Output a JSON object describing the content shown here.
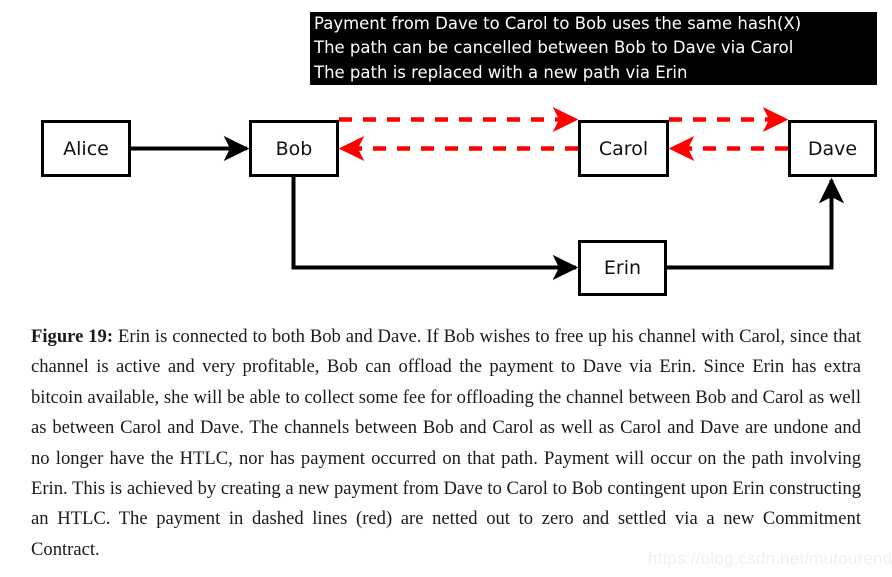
{
  "banner": {
    "background_color": "#000000",
    "text_color": "#ffffff",
    "lines": [
      "Payment from Dave to Carol to Bob uses the same hash(X)",
      "The path can be cancelled between Bob to Dave via Carol",
      "The path is replaced with a new path via Erin"
    ]
  },
  "diagram": {
    "nodes": [
      {
        "id": "alice",
        "label": "Alice"
      },
      {
        "id": "bob",
        "label": "Bob"
      },
      {
        "id": "carol",
        "label": "Carol"
      },
      {
        "id": "dave",
        "label": "Dave"
      },
      {
        "id": "erin",
        "label": "Erin"
      }
    ],
    "edges": [
      {
        "id": "alice-bob",
        "from": "Alice",
        "to": "Bob",
        "style": "solid",
        "color": "#000000",
        "direction": "right"
      },
      {
        "id": "bob-carol-top",
        "from": "Bob",
        "to": "Carol",
        "style": "dashed",
        "color": "#ff0000",
        "direction": "right"
      },
      {
        "id": "carol-dave-top",
        "from": "Carol",
        "to": "Dave",
        "style": "dashed",
        "color": "#ff0000",
        "direction": "right"
      },
      {
        "id": "carol-bob-bottom",
        "from": "Carol",
        "to": "Bob",
        "style": "dashed",
        "color": "#ff0000",
        "direction": "left"
      },
      {
        "id": "dave-carol-bottom",
        "from": "Dave",
        "to": "Carol",
        "style": "dashed",
        "color": "#ff0000",
        "direction": "left"
      },
      {
        "id": "bob-erin",
        "from": "Bob",
        "to": "Erin",
        "style": "solid",
        "color": "#000000",
        "direction": "right"
      },
      {
        "id": "erin-dave",
        "from": "Erin",
        "to": "Dave",
        "style": "solid",
        "color": "#000000",
        "direction": "up"
      }
    ],
    "colors": {
      "node_border": "#000000",
      "node_fill": "#ffffff",
      "solid_edge": "#000000",
      "dashed_edge": "#ff0000"
    }
  },
  "caption": {
    "figure_label": "Figure 19:",
    "body": " Erin is connected to both Bob and Dave. If Bob wishes to free up his channel with Carol, since that channel is active and very profitable, Bob can offload the payment to Dave via Erin. Since Erin has extra bitcoin available, she will be able to collect some fee for offloading the channel between Bob and Carol as well as between Carol and Dave. The channels between Bob and Carol as well as Carol and Dave are undone and no longer have the HTLC, nor has payment occurred on that path. Payment will occur on the path involving Erin. This is achieved by creating a new payment from Dave to Carol to Bob contingent upon Erin constructing an HTLC. The payment in dashed lines (red) are netted out to zero and settled via a new Commitment Contract."
  },
  "watermark": {
    "text": "https://blog.csdn.net/mutourend"
  }
}
